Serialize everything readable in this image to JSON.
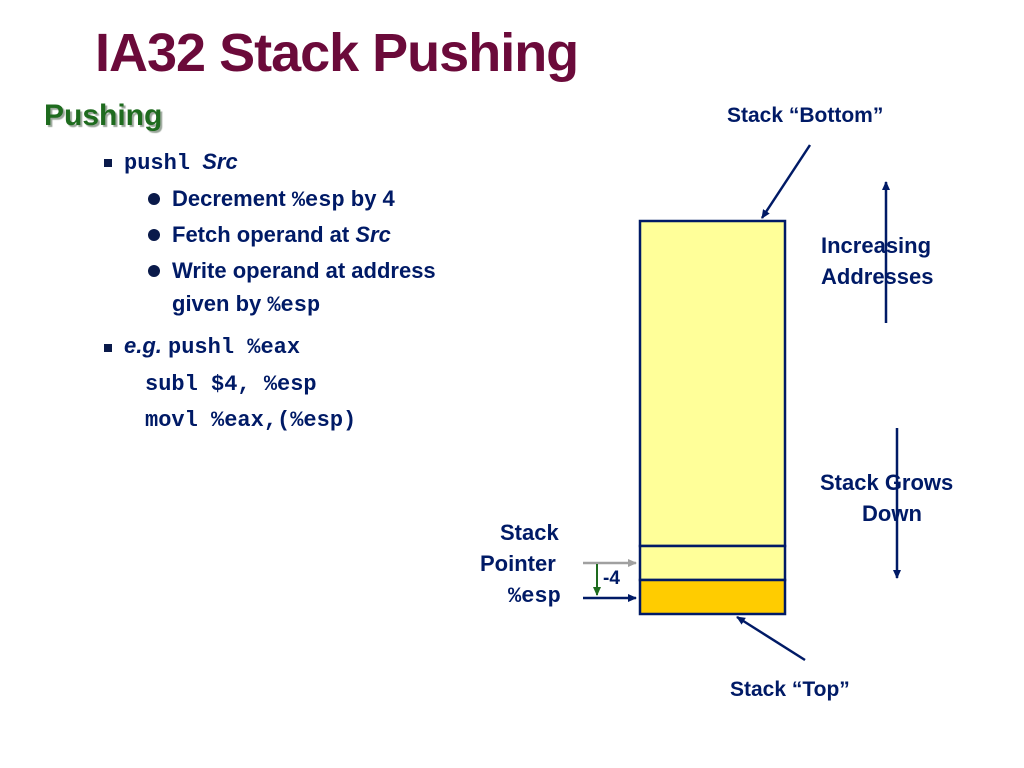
{
  "slide": {
    "title": "IA32 Stack Pushing",
    "subtitle": "Pushing"
  },
  "bullets": {
    "b1": {
      "code": "pushl",
      "arg": "Src"
    },
    "b1_sub": [
      {
        "pre": "Decrement ",
        "code": "%esp",
        "post": " by 4"
      },
      {
        "pre": "Fetch operand at ",
        "italic": "Src"
      },
      {
        "line1": "Write operand at address",
        "line2_pre": "given by ",
        "line2_code": "%esp"
      }
    ],
    "b2": {
      "prefix": "e.g.",
      "code": "pushl %eax"
    },
    "code_lines": [
      "subl $4, %esp",
      "movl %eax,(%esp)"
    ]
  },
  "diagram": {
    "stack_bottom_label": "Stack “Bottom”",
    "stack_top_label": "Stack “Top”",
    "increasing_addresses": [
      "Increasing",
      "Addresses"
    ],
    "stack_grows_down": [
      "Stack Grows",
      "Down"
    ],
    "stack_pointer": [
      "Stack",
      "Pointer"
    ],
    "esp": "%esp",
    "offset": "-4",
    "colors": {
      "stack_fill": "#ffff99",
      "new_top_fill": "#ffcc00",
      "outline": "#001a66",
      "offset_arrow": "#1e6b1e",
      "old_pointer": "#a0a0a0"
    }
  }
}
